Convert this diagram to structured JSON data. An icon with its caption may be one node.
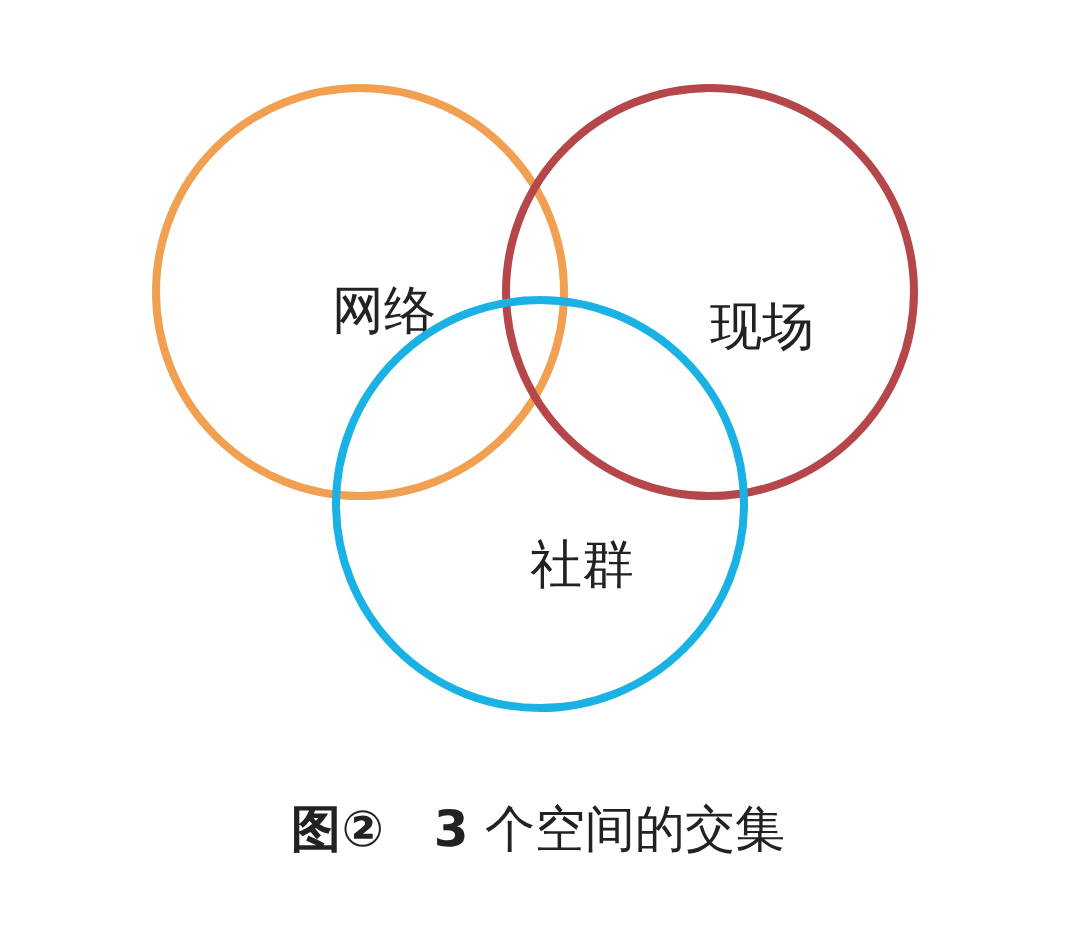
{
  "diagram": {
    "caption": "**图②**　**3** 个空间的交集",
    "nodes": [
      {
        "text": [
          "网络"
        ]
      },
      {
        "text": [
          "现场"
        ]
      },
      {
        "text": [
          "社群"
        ]
      }
    ],
    "edges": []
  }
}
